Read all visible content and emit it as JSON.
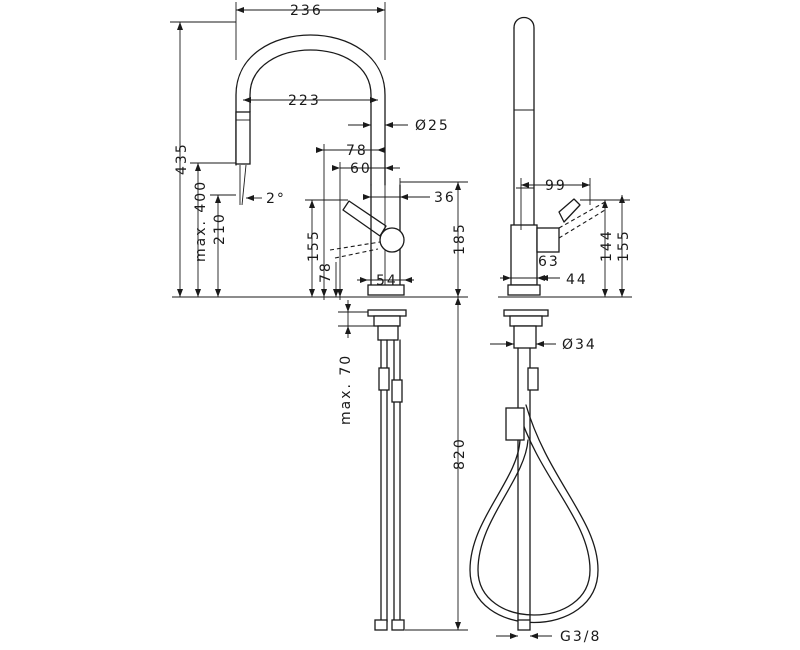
{
  "dimensions": {
    "spout_reach_outer": "236",
    "spout_reach_inner": "223",
    "height_total": "435",
    "height_max_400": "max. 400",
    "height_210": "210",
    "angle": "2°",
    "spout_diameter": "Ø25",
    "offset_78": "78",
    "offset_60": "60",
    "offset_36": "36",
    "height_155_front": "155",
    "height_78_front": "78",
    "base_54": "54",
    "height_185": "185",
    "install_max_70": "max. 70",
    "hose_820": "820",
    "side_99": "99",
    "side_63": "63",
    "side_44": "44",
    "side_144": "144",
    "side_155": "155",
    "mount_diameter": "Ø34",
    "connection_thread": "G3/8"
  }
}
